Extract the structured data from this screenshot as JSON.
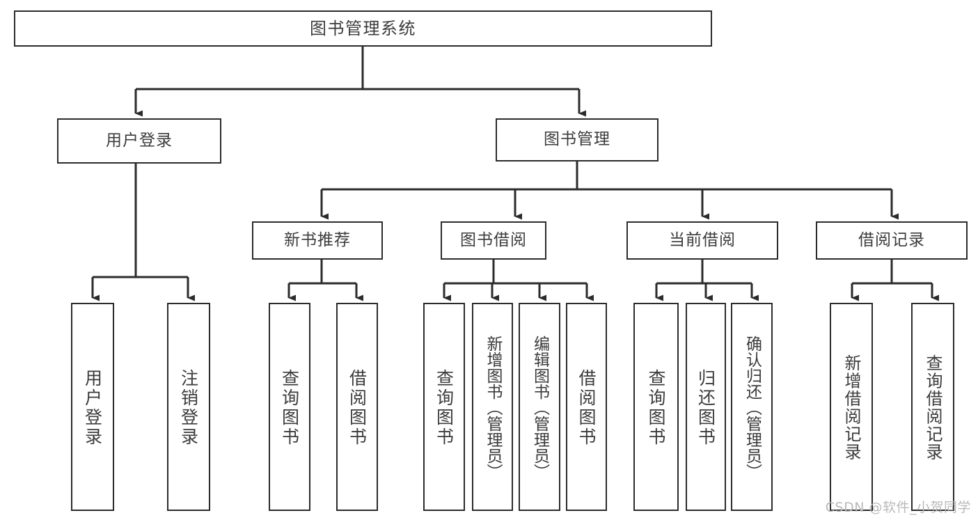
{
  "diagram": {
    "title": "图书管理系统",
    "type": "hierarchy-tree",
    "watermark": "CSDN @软件_小贺同学",
    "colors": {
      "box_border": "#2b2b2b",
      "box_fill": "#ffffff",
      "text": "#3b3b3b",
      "edge": "#2b2b2b",
      "watermark": "#b9b9b9"
    },
    "levels": {
      "root": {
        "label": "图书管理系统"
      },
      "level2": [
        {
          "id": "user-login",
          "label": "用户登录"
        },
        {
          "id": "book-manage",
          "label": "图书管理"
        }
      ],
      "level3": [
        {
          "id": "new-book-rec",
          "label": "新书推荐",
          "parent": "book-manage"
        },
        {
          "id": "book-borrow",
          "label": "图书借阅",
          "parent": "book-manage"
        },
        {
          "id": "current-borrow",
          "label": "当前借阅",
          "parent": "book-manage"
        },
        {
          "id": "borrow-record",
          "label": "借阅记录",
          "parent": "book-manage"
        }
      ],
      "leaves": [
        {
          "id": "leaf-user-login",
          "label": "用户登录",
          "parent": "user-login"
        },
        {
          "id": "leaf-logout-login",
          "label": "注销登录",
          "parent": "user-login"
        },
        {
          "id": "leaf-query-book-1",
          "label": "查询图书",
          "parent": "new-book-rec"
        },
        {
          "id": "leaf-borrow-book-1",
          "label": "借阅图书",
          "parent": "new-book-rec"
        },
        {
          "id": "leaf-query-book-2",
          "label": "查询图书",
          "parent": "book-borrow"
        },
        {
          "id": "leaf-add-book",
          "label": "新增图书（管理员）",
          "parent": "book-borrow"
        },
        {
          "id": "leaf-edit-book",
          "label": "编辑图书（管理员）",
          "parent": "book-borrow"
        },
        {
          "id": "leaf-borrow-book-2",
          "label": "借阅图书",
          "parent": "book-borrow"
        },
        {
          "id": "leaf-query-book-3",
          "label": "查询图书",
          "parent": "current-borrow"
        },
        {
          "id": "leaf-return-book",
          "label": "归还图书",
          "parent": "current-borrow"
        },
        {
          "id": "leaf-confirm-return",
          "label": "确认归还（管理员）",
          "parent": "current-borrow"
        },
        {
          "id": "leaf-add-record",
          "label": "新增借阅记录",
          "parent": "borrow-record"
        },
        {
          "id": "leaf-query-record",
          "label": "查询借阅记录",
          "parent": "borrow-record"
        }
      ]
    }
  }
}
